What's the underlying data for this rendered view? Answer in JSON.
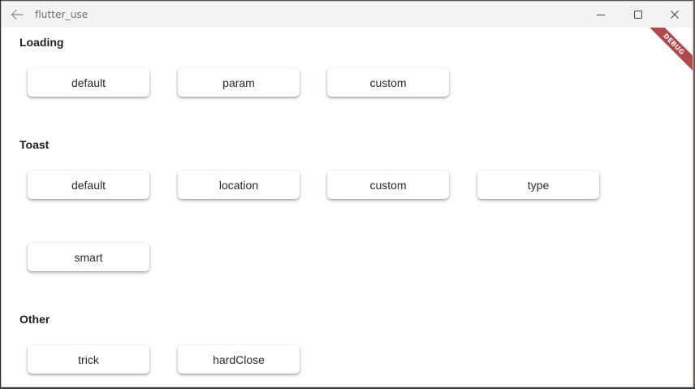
{
  "window": {
    "title": "flutter_use"
  },
  "icons": {
    "back": "arrow-left-icon",
    "minimize": "minimize-icon",
    "maximize": "maximize-icon",
    "close": "close-icon"
  },
  "debug_banner": "DEBUG",
  "colors": {
    "debug_ribbon": "#b4474b",
    "titlebar": "#f3f3f3",
    "background": "#ffffff"
  },
  "sections": {
    "loading": {
      "title": "Loading",
      "buttons": [
        "default",
        "param",
        "custom"
      ]
    },
    "toast": {
      "title": "Toast",
      "buttons": [
        "default",
        "location",
        "custom",
        "type",
        "smart"
      ]
    },
    "other": {
      "title": "Other",
      "buttons": [
        "trick",
        "hardClose"
      ]
    }
  }
}
